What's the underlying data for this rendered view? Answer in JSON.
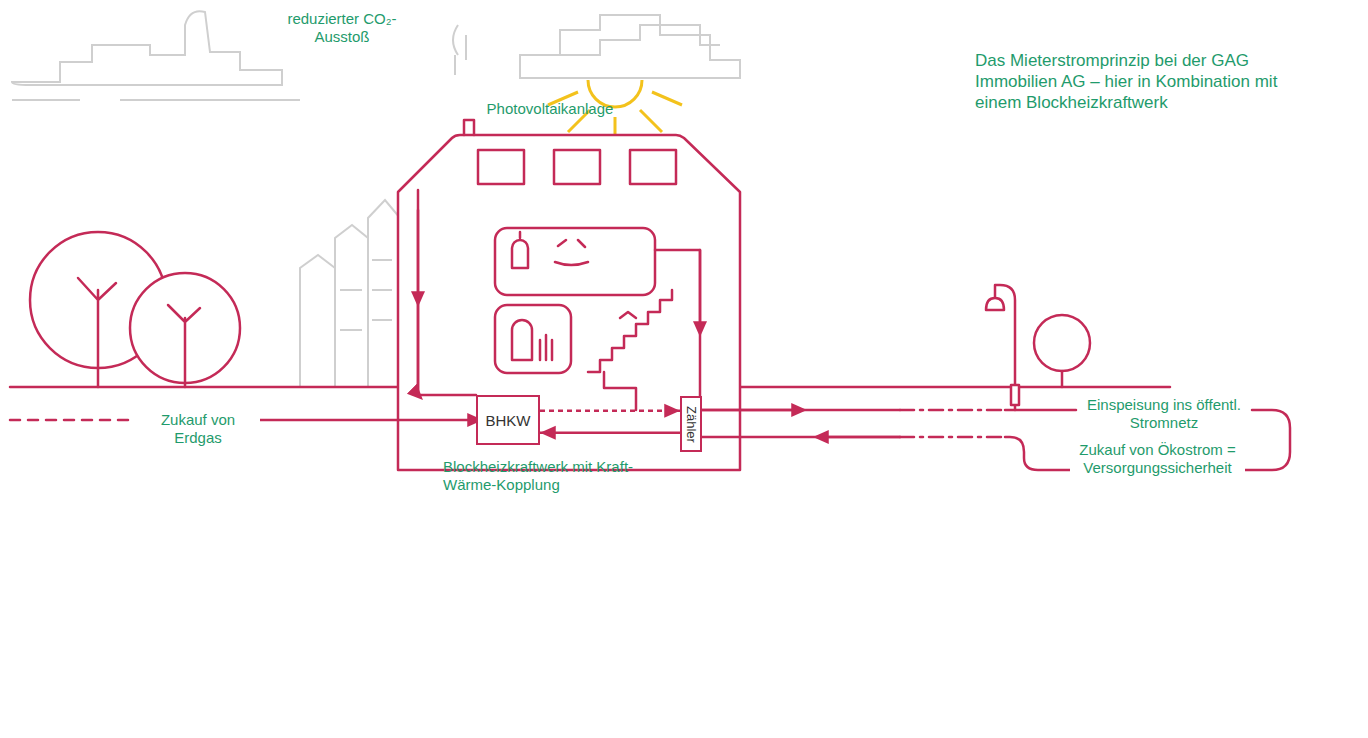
{
  "diagram": {
    "caption": "Das Mieterstromprinzip bei der GAG Immobilien AG – hier in Kombination mit einem Blockheizkraftwerk",
    "nodes": [
      {
        "text": [
          "BHKW"
        ]
      },
      {
        "text": [
          "Zähler"
        ]
      }
    ],
    "edges": [
      {
        "from": 0,
        "to": 1,
        "arrow": "to"
      },
      {
        "from": 1,
        "to": 0,
        "arrow": "to"
      }
    ],
    "labels": [
      "reduzierter CO₂-Ausstoß",
      "Photovoltaikanlage",
      "Zukauf von Erdgas",
      "Blockheizkraftwerk mit Kraft-Wärme-Kopplung",
      "Einspeisung ins öffentl. Stromnetz",
      "Zukauf von Ökostrom = Versorgungssicherheit"
    ]
  }
}
